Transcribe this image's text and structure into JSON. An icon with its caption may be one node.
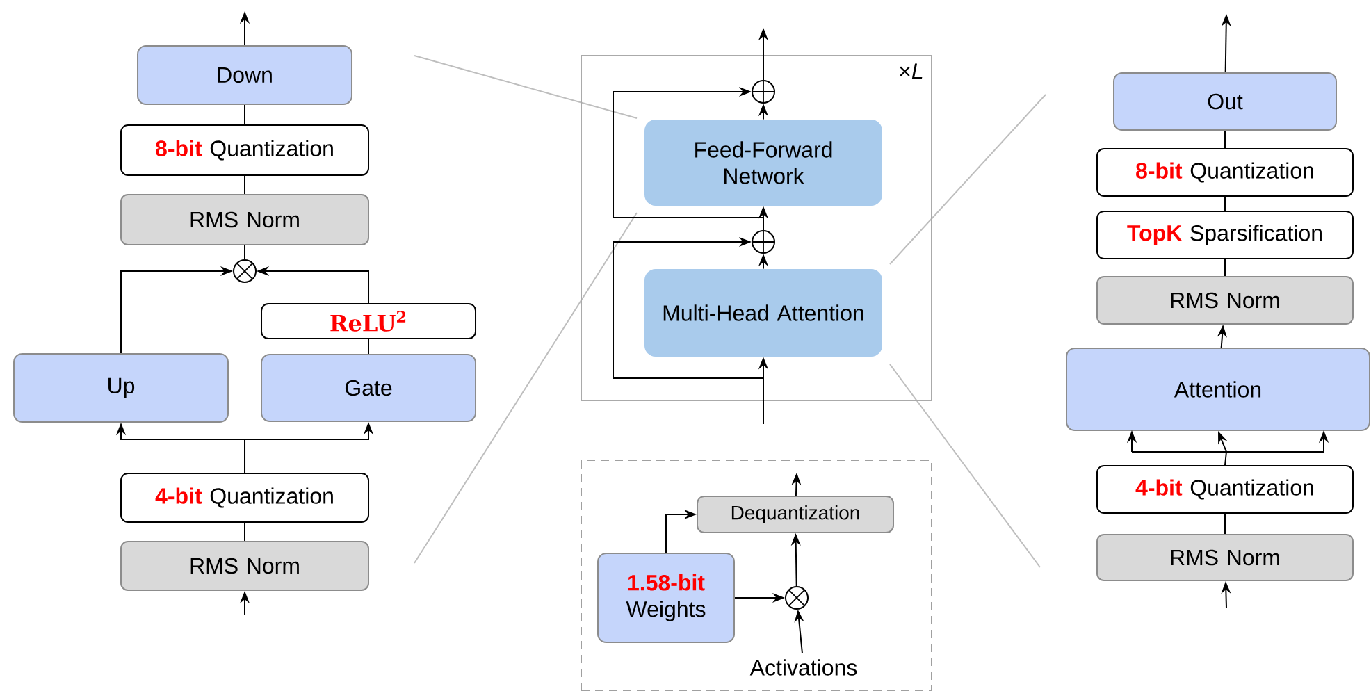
{
  "diagram": {
    "nodes": [
      {
        "text": [
          "Down"
        ]
      },
      {
        "text": [
          "8-bit",
          "Quantization"
        ]
      },
      {
        "text": [
          "RMS Norm"
        ]
      },
      {
        "text": [],
        "shape": "circle"
      },
      {
        "text": [
          "ReLU$^{2}$"
        ]
      },
      {
        "text": [
          "Up"
        ]
      },
      {
        "text": [
          "Gate"
        ]
      },
      {
        "text": [
          "4-bit",
          "Quantization"
        ]
      },
      {
        "text": [
          "RMS Norm"
        ]
      },
      {
        "text": [
          "×*L*"
        ]
      },
      {
        "text": [],
        "shape": "circle",
        "in": 9
      },
      {
        "text": [
          "Feed-Forward Network"
        ],
        "in": 9
      },
      {
        "text": [],
        "shape": "circle",
        "in": 9
      },
      {
        "text": [
          "Multi-Head Attention"
        ],
        "in": 9
      },
      {
        "text": [],
        "shape": "box"
      },
      {
        "text": [
          "Dequantization"
        ],
        "in": 14
      },
      {
        "text": [
          "1.58-bit",
          "Weights"
        ],
        "in": 14
      },
      {
        "text": [],
        "shape": "circle",
        "in": 14
      },
      {
        "text": [
          "Activations"
        ],
        "in": 14
      },
      {
        "text": [
          "Out"
        ]
      },
      {
        "text": [
          "8-bit",
          "Quantization"
        ]
      },
      {
        "text": [
          "TopK",
          "Sparsification"
        ]
      },
      {
        "text": [
          "RMS Norm"
        ]
      },
      {
        "text": [
          "Attention"
        ]
      },
      {
        "text": [
          "4-bit",
          "Quantization"
        ]
      },
      {
        "text": [
          "RMS Norm"
        ]
      }
    ],
    "edges": [
      {
        "from": null,
        "to": 8,
        "arrow": "to"
      },
      {
        "from": 8,
        "to": 7,
        "arrow": "none"
      },
      {
        "from": 7,
        "to": 5,
        "arrow": "to"
      },
      {
        "from": 7,
        "to": 6,
        "arrow": "to"
      },
      {
        "from": 6,
        "to": 4,
        "arrow": "none"
      },
      {
        "from": 4,
        "to": 3,
        "arrow": "to"
      },
      {
        "from": 5,
        "to": 3,
        "arrow": "to"
      },
      {
        "from": 3,
        "to": 2,
        "arrow": "none"
      },
      {
        "from": 2,
        "to": 1,
        "arrow": "none"
      },
      {
        "from": 1,
        "to": 0,
        "arrow": "none"
      },
      {
        "from": 0,
        "to": null,
        "arrow": "to"
      },
      {
        "from": null,
        "to": 13,
        "arrow": "to"
      },
      {
        "from": 13,
        "to": 12,
        "arrow": "to"
      },
      {
        "from": 12,
        "to": 11,
        "arrow": "to"
      },
      {
        "from": 11,
        "to": 10,
        "arrow": "to"
      },
      {
        "from": 10,
        "to": null,
        "arrow": "to"
      },
      {
        "from": null,
        "to": 12,
        "arrow": "to"
      },
      {
        "from": 12,
        "to": 10,
        "arrow": "to"
      },
      {
        "from": 16,
        "to": 15,
        "arrow": "to"
      },
      {
        "from": 16,
        "to": 17,
        "arrow": "to"
      },
      {
        "from": 18,
        "to": 17,
        "arrow": "to"
      },
      {
        "from": 17,
        "to": 15,
        "arrow": "to"
      },
      {
        "from": 15,
        "to": null,
        "arrow": "to"
      },
      {
        "from": null,
        "to": 25,
        "arrow": "to"
      },
      {
        "from": 25,
        "to": 24,
        "arrow": "none"
      },
      {
        "from": 24,
        "to": 23,
        "arrow": "to"
      },
      {
        "from": 23,
        "to": 22,
        "arrow": "to"
      },
      {
        "from": 22,
        "to": 21,
        "arrow": "none"
      },
      {
        "from": 21,
        "to": 20,
        "arrow": "none"
      },
      {
        "from": 20,
        "to": 19,
        "arrow": "none"
      },
      {
        "from": 19,
        "to": null,
        "arrow": "to"
      }
    ]
  }
}
